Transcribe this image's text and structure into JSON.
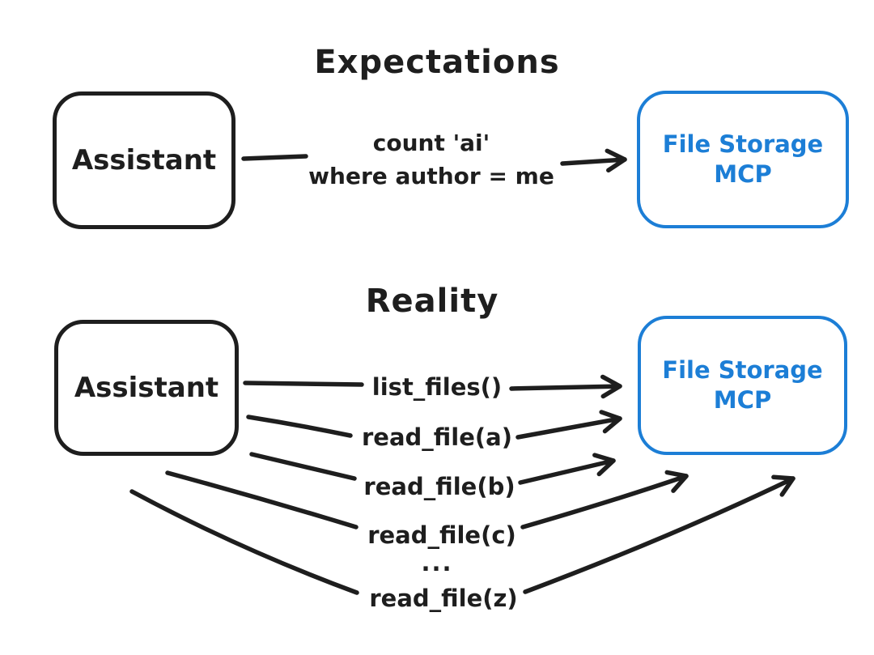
{
  "diagram": {
    "background": "#ffffff",
    "colors": {
      "ink": "#1e1e1e",
      "accent": "#1c7ed6"
    },
    "expectations": {
      "title": "Expectations",
      "assistant": {
        "label": "Assistant"
      },
      "mcp": {
        "line1": "File Storage",
        "line2": "MCP"
      },
      "request": {
        "line1": "count 'ai'",
        "line2": "where author = me"
      }
    },
    "reality": {
      "title": "Reality",
      "assistant": {
        "label": "Assistant"
      },
      "mcp": {
        "line1": "File Storage",
        "line2": "MCP"
      },
      "calls": [
        "list_files()",
        "read_file(a)",
        "read_file(b)",
        "read_file(c)",
        "...",
        "read_file(z)"
      ]
    }
  }
}
